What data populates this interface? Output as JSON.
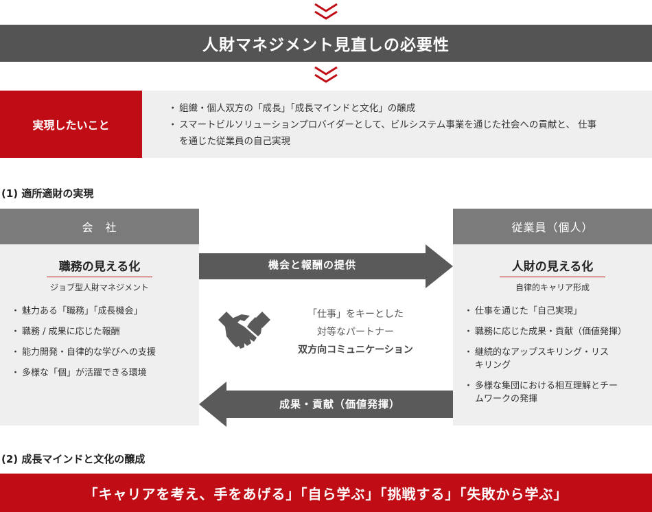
{
  "colors": {
    "accent": "#c00d15",
    "dark_gray": "#545454",
    "mid_gray": "#7b7b7b",
    "arrow_gray": "#5a5a5a",
    "light_gray": "#efefef"
  },
  "icons": {
    "top_chevron": "double-chevron-down-icon",
    "middle_chevron": "double-chevron-down-icon",
    "center": "handshake-icon"
  },
  "title": "人財マネジメント見直しの必要性",
  "goal": {
    "label": "実現したいこと",
    "items": [
      "組織・個人双方の「成長」「成長マインドと文化」の醸成",
      "スマートビルソリューションプロバイダーとして、ビルシステム事業を通じた社会への貢献と、 仕事を通じた従業員の自己実現"
    ]
  },
  "section1": {
    "heading": "(1) 適所適財の実現",
    "company": {
      "header": "会　社",
      "title": "職務の見える化",
      "subtitle": "ジョブ型人財マネジメント",
      "items": [
        "魅力ある「職務」「成長機会」",
        "職務 / 成果に応じた報酬",
        "能力開発・自律的な学びへの支援",
        "多様な「個」が活躍できる環境"
      ]
    },
    "employee": {
      "header": "従業員（個人）",
      "title": "人財の見える化",
      "subtitle": "自律的キャリア形成",
      "items": [
        "仕事を通じた「自己実現」",
        "職務に応じた成果・貢献（価値発揮）",
        "継続的なアップスキリング・リスキリング",
        "多様な集団における相互理解とチームワークの発揮"
      ]
    },
    "arrow_right": "機会と報酬の提供",
    "arrow_left": "成果・貢献（価値発揮）",
    "center": {
      "line1": "「仕事」をキーとした",
      "line2": "対等なパートナー",
      "line3": "双方向コミュニケーション"
    }
  },
  "section2": {
    "heading": "(2) 成長マインドと文化の醸成",
    "banner": "「キャリアを考え、手をあげる」「自ら学ぶ」「挑戦する」「失敗から学ぶ」"
  }
}
